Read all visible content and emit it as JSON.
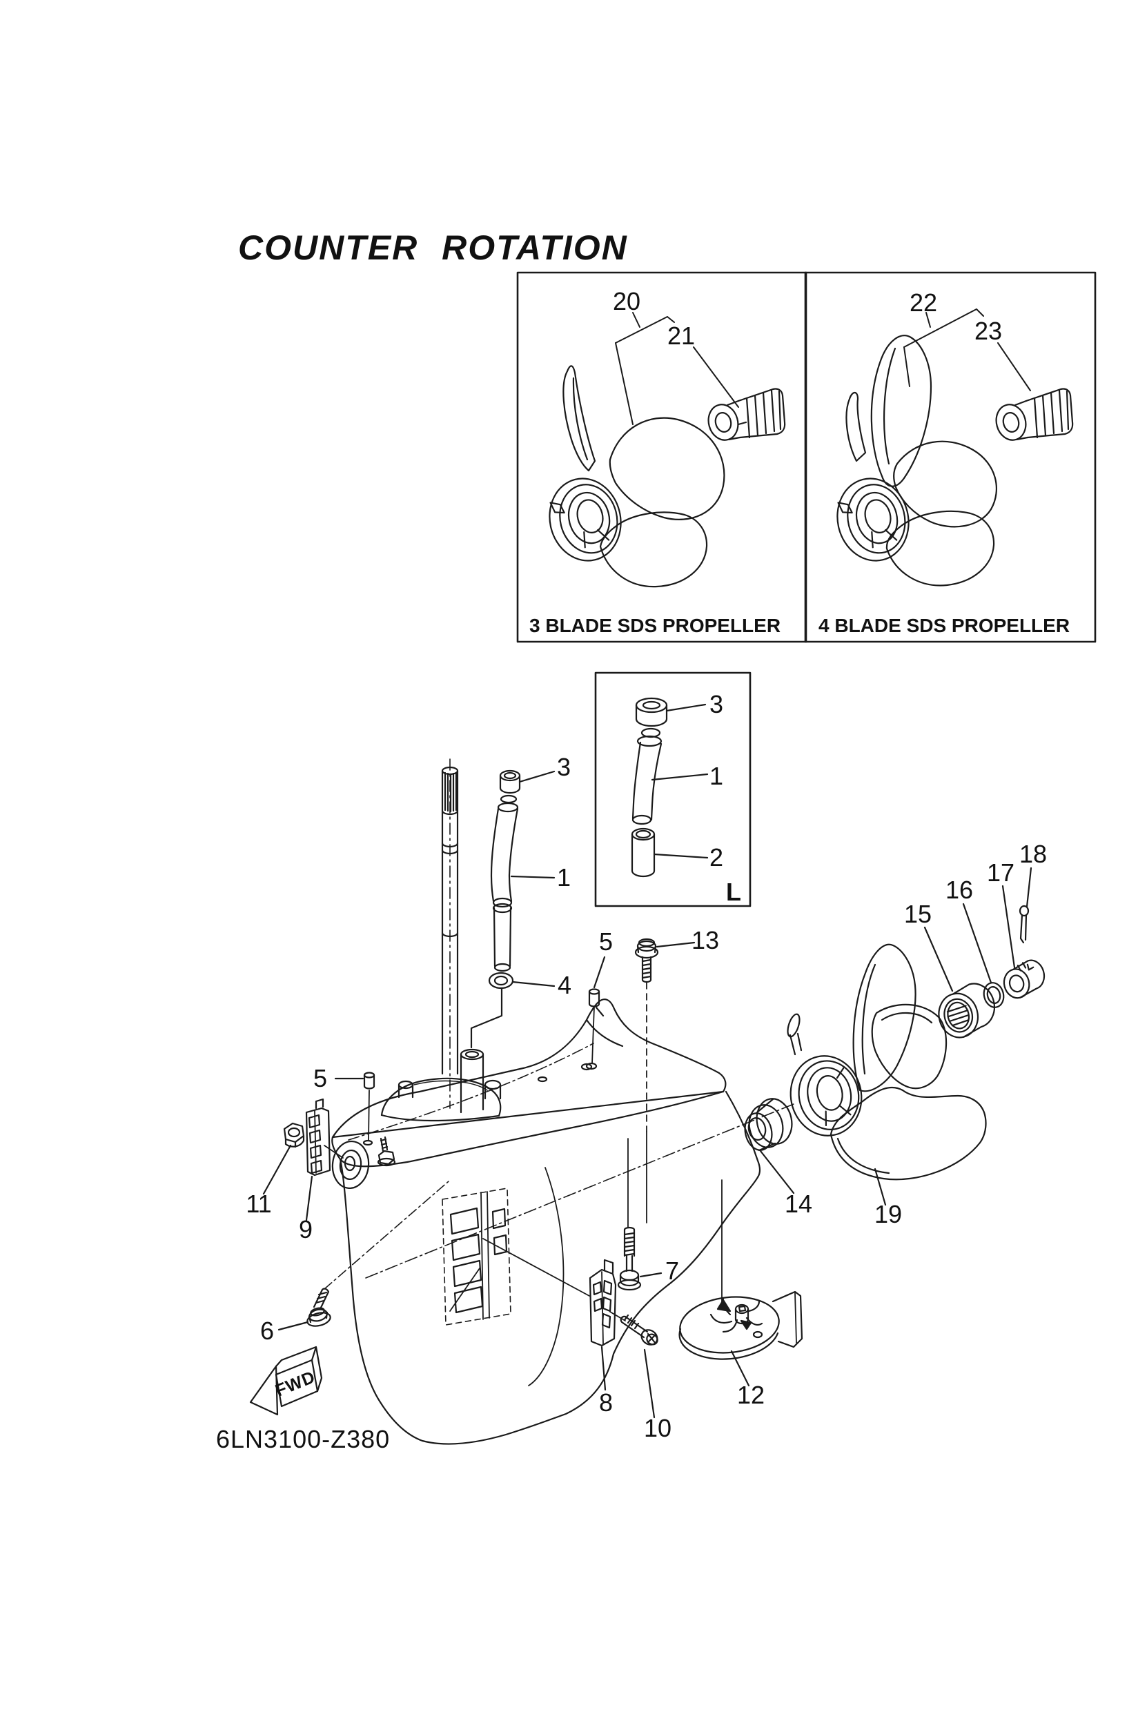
{
  "page": {
    "background": "#ffffff",
    "line_color": "#1a1a1a"
  },
  "title": "COUNTER ROTATION",
  "drawing_number": "6LN3100-Z380",
  "orientation_label": "FWD",
  "insets": {
    "three_blade": {
      "caption": "3 BLADE SDS PROPELLER",
      "callout_propeller": "20",
      "callout_nut": "21"
    },
    "four_blade": {
      "caption": "4 BLADE SDS PROPELLER",
      "callout_propeller": "22",
      "callout_nut": "23"
    }
  },
  "detail_box": {
    "callout_seal": "3",
    "callout_tube": "1",
    "callout_sleeve": "2",
    "variant_label": "L"
  },
  "callouts": {
    "seal_ring": "3",
    "water_tube": "1",
    "gasket_washer": "4",
    "pin_upper": "5",
    "bolt_upper": "13",
    "pin_left": "5",
    "nut_left": "11",
    "anode_left": "9",
    "bolt_lower_left": "6",
    "bolt_center": "7",
    "anode_center": "8",
    "screw_center": "10",
    "impeller_plate": "12",
    "thrust_washer": "14",
    "propeller": "19",
    "spacer": "15",
    "washer": "16",
    "propeller_nut": "17",
    "cotter_pin": "18"
  }
}
